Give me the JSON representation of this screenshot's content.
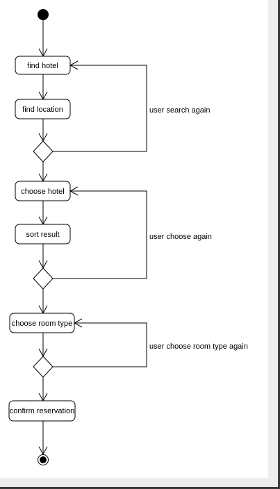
{
  "diagram": {
    "actions": {
      "find_hotel": "find hotel",
      "find_location": "find location",
      "choose_hotel": "choose hotel",
      "sort_result": "sort result",
      "choose_room_type": "choose room type",
      "confirm_reservation": "confirm reservation"
    },
    "loops": {
      "search_again": "user search again",
      "choose_again": "user choose again",
      "room_type_again": "user choose room type again"
    }
  },
  "colors": {
    "stroke": "#000000",
    "fill": "#ffffff",
    "gutter": "#eeeeee"
  }
}
